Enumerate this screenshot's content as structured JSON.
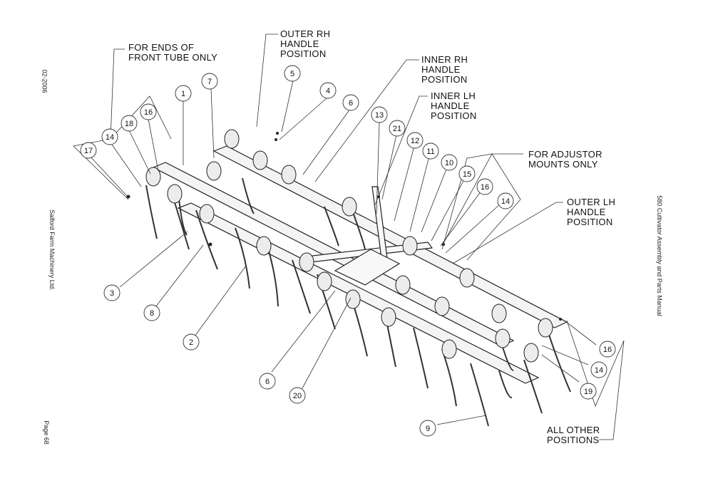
{
  "page_meta": {
    "date": "02-2006",
    "company": "Salford Farm Machinery Ltd.",
    "page": "Page 68",
    "manual": "580 Cultivator Assembly and Parts Manual"
  },
  "callouts": {
    "ends_front_tube": "FOR ENDS OF\nFRONT TUBE ONLY",
    "outer_rh": "OUTER RH\nHANDLE\nPOSITION",
    "inner_rh": "INNER RH\nHANDLE\nPOSITION",
    "inner_lh": "INNER LH\nHANDLE\nPOSITION",
    "adjustor": "FOR ADJUSTOR\nMOUNTS ONLY",
    "outer_lh": "OUTER LH\nHANDLE\nPOSITION",
    "all_other": "ALL OTHER\nPOSITIONS"
  },
  "balloons": {
    "b1": "1",
    "b2": "2",
    "b3": "3",
    "b4": "4",
    "b5": "5",
    "b6a": "6",
    "b6b": "6",
    "b7": "7",
    "b8": "8",
    "b9": "9",
    "b10": "10",
    "b11": "11",
    "b12": "12",
    "b13": "13",
    "b14a": "14",
    "b14b": "14",
    "b14c": "14",
    "b15": "15",
    "b16a": "16",
    "b16b": "16",
    "b16c": "16",
    "b17": "17",
    "b18": "18",
    "b19": "19",
    "b20": "20",
    "b21": "21"
  }
}
